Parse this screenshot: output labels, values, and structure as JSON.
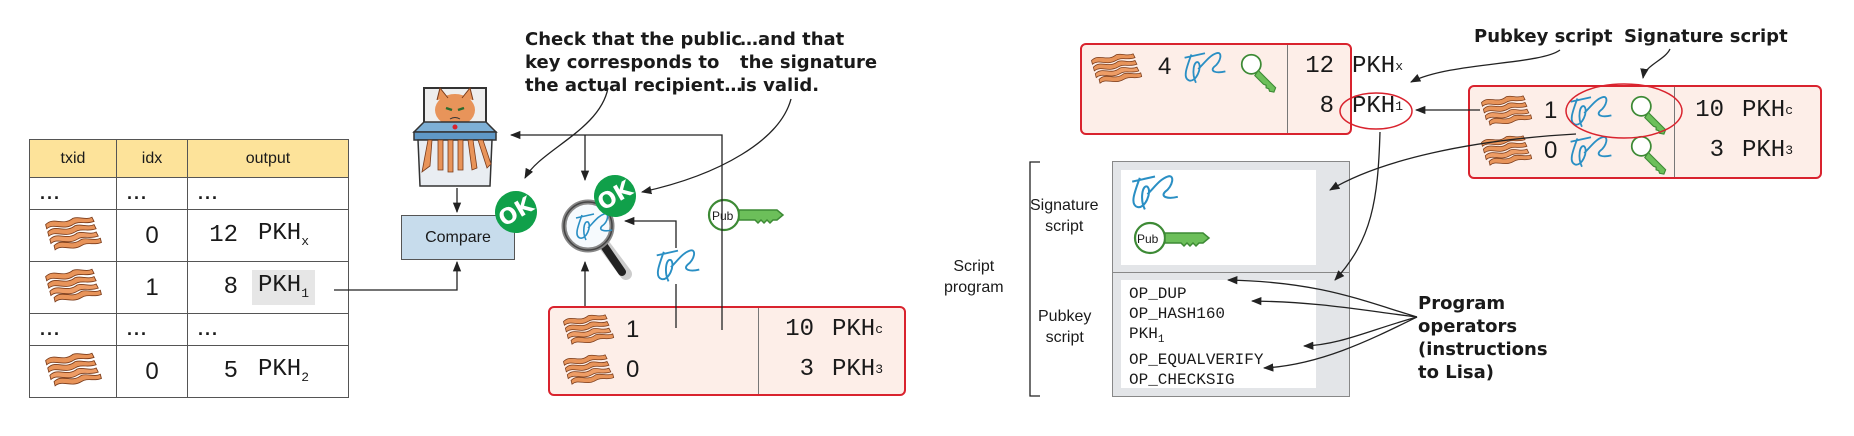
{
  "utxo_table": {
    "headers": [
      "txid",
      "idx",
      "output"
    ],
    "rows": [
      {
        "type": "ellipsis",
        "txid": "...",
        "idx": "...",
        "output": "..."
      },
      {
        "type": "entry",
        "txid_icon": "bacon-icon",
        "idx": "0",
        "amount": "12",
        "pkh": "PKH",
        "pkh_sub": "x",
        "highlighted": false
      },
      {
        "type": "entry",
        "txid_icon": "bacon-icon",
        "idx": "1",
        "amount": "8",
        "pkh": "PKH",
        "pkh_sub": "1",
        "highlighted": true
      },
      {
        "type": "ellipsis",
        "txid": "...",
        "idx": "...",
        "output": "..."
      },
      {
        "type": "entry",
        "txid_icon": "bacon-icon",
        "idx": "0",
        "amount": "5",
        "pkh": "PKH",
        "pkh_sub": "2",
        "highlighted": false
      }
    ]
  },
  "middle": {
    "callout_pubkey": [
      "Check that the public",
      "key corresponds to",
      "the actual recipient…"
    ],
    "callout_signature": [
      "…and that",
      "the signature",
      "is valid."
    ],
    "compare_label": "Compare",
    "ok_label": "OK",
    "pub_label": "Pub",
    "tx": {
      "inputs": [
        {
          "idx": "1"
        },
        {
          "idx": "0"
        }
      ],
      "outputs": [
        {
          "amount": "10",
          "pkh": "PKH",
          "pkh_sub": "c"
        },
        {
          "amount": "3",
          "pkh": "PKH",
          "pkh_sub": "3"
        }
      ]
    }
  },
  "right": {
    "callout_pubkey_script": "Pubkey script",
    "callout_signature_script": "Signature script",
    "prev_tx": {
      "inputs": [
        {
          "idx": "4"
        }
      ],
      "outputs": [
        {
          "amount": "12",
          "pkh": "PKH",
          "pkh_sub": "x"
        },
        {
          "amount": "8",
          "pkh": "PKH",
          "pkh_sub": "1"
        }
      ]
    },
    "spend_tx": {
      "inputs": [
        {
          "idx": "1"
        },
        {
          "idx": "0"
        }
      ],
      "outputs": [
        {
          "amount": "10",
          "pkh": "PKH",
          "pkh_sub": "c"
        },
        {
          "amount": "3",
          "pkh": "PKH",
          "pkh_sub": "3"
        }
      ]
    },
    "script_program_label": [
      "Script",
      "program"
    ],
    "signature_script_label": [
      "Signature",
      "script"
    ],
    "pubkey_script_label": [
      "Pubkey",
      "script"
    ],
    "ops": [
      "OP_DUP",
      "OP_HASH160",
      "PKH",
      "OP_EQUALVERIFY",
      "OP_CHECKSIG"
    ],
    "ops_pkh_sub": "1",
    "operators_callout": [
      "Program",
      "operators",
      "(instructions",
      "to Lisa)"
    ],
    "pub_label": "Pub"
  },
  "colors": {
    "table_header": "#fde39a",
    "tx_border": "#d9232e",
    "tx_fill": "#fdeee8",
    "ok_green": "#10a04a",
    "compare_fill": "#c7dcec",
    "key_green": "#6cbf5a",
    "signature_blue": "#2a8fc4",
    "bacon": "#e8945a"
  }
}
